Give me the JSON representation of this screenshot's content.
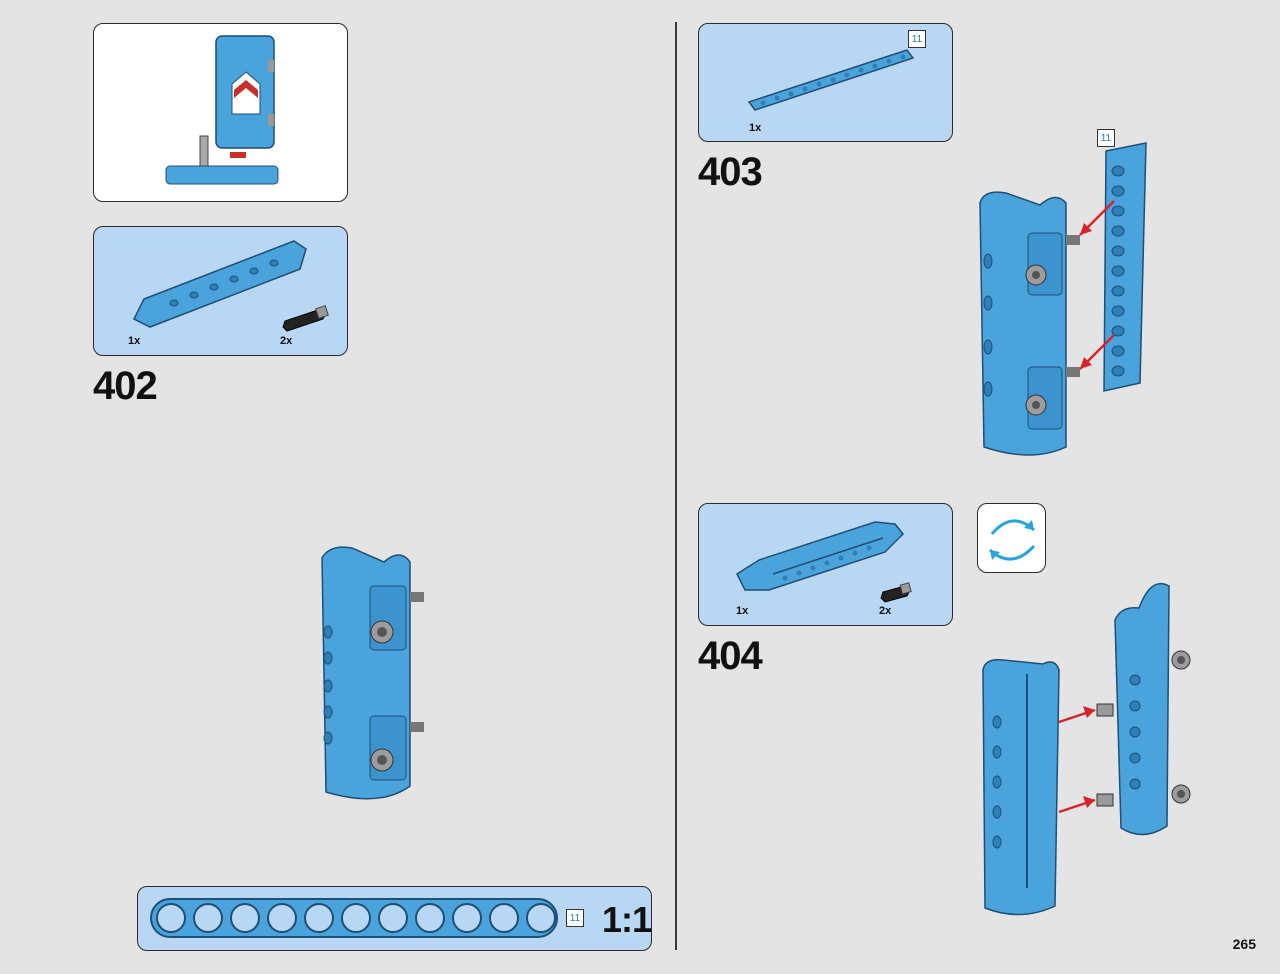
{
  "page": {
    "number": "265"
  },
  "steps": [
    {
      "number": "402",
      "parts": [
        {
          "qty": "1x"
        },
        {
          "qty": "2x"
        }
      ]
    },
    {
      "number": "403",
      "parts": [
        {
          "qty": "1x",
          "length": "11"
        }
      ],
      "callout_length": "11"
    },
    {
      "number": "404",
      "parts": [
        {
          "qty": "1x"
        },
        {
          "qty": "2x"
        }
      ]
    }
  ],
  "scale_ruler": {
    "length": "11",
    "label": "1:1"
  },
  "colors": {
    "background": "#e4e4e4",
    "part_blue": "#4ba3dc",
    "panel_blue": "#b9d6f2",
    "arrow_red": "#d6242a"
  },
  "icons": [
    "rotate-model-icon"
  ]
}
